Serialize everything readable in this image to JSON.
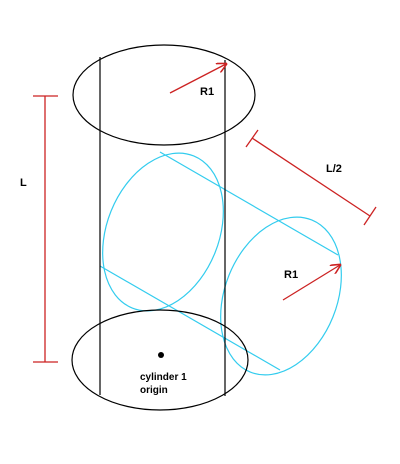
{
  "diagram": {
    "labels": {
      "r1_top": "R1",
      "r1_branch": "R1",
      "length": "L",
      "half_length": "L/2",
      "origin_line1": "cylinder 1",
      "origin_line2": "origin"
    },
    "colors": {
      "main_cylinder": "#000000",
      "branch_cylinder": "#33ccee",
      "dimension": "#cc2222",
      "radius_arrow": "#cc2222",
      "background": "#ffffff"
    }
  }
}
